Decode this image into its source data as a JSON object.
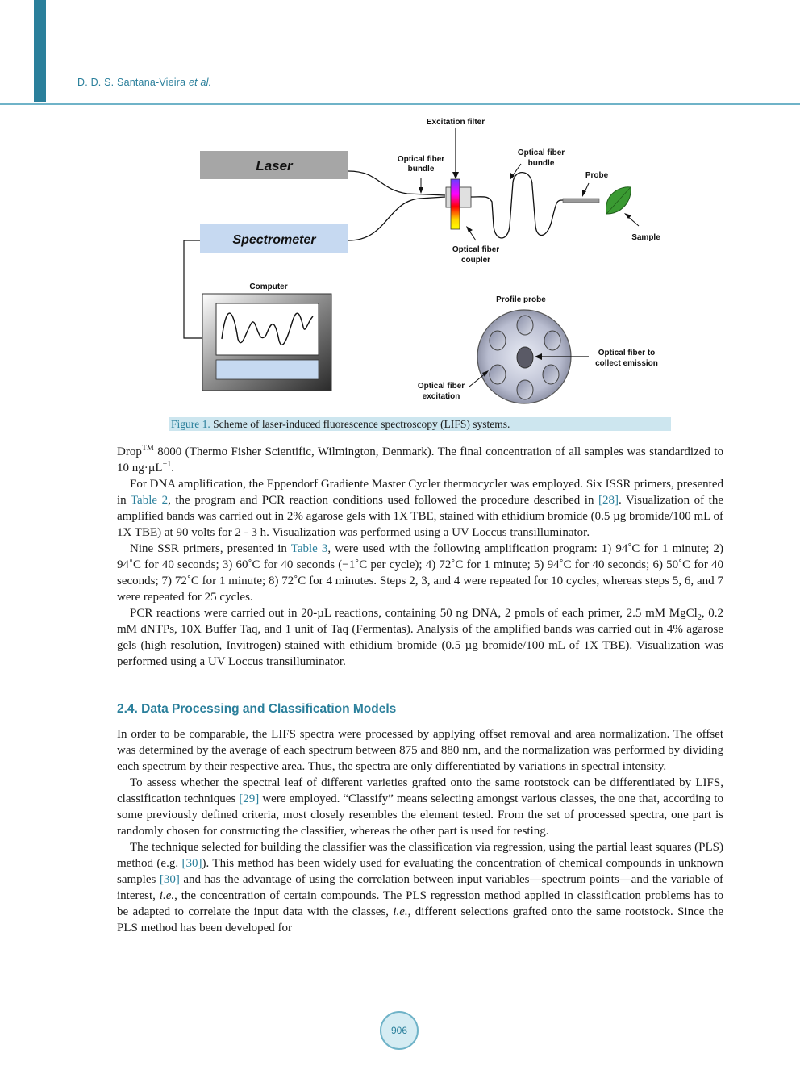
{
  "header": {
    "authors": "D. D. S. Santana-Vieira",
    "et_al": "et al."
  },
  "figure": {
    "labels": {
      "excitation_filter": "Excitation filter",
      "optical_fiber_bundle_left_1": "Optical fiber",
      "optical_fiber_bundle_left_2": "bundle",
      "optical_fiber_bundle_right_1": "Optical fiber",
      "optical_fiber_bundle_right_2": "bundle",
      "probe": "Probe",
      "sample": "Sample",
      "laser": "Laser",
      "spectrometer": "Spectrometer",
      "coupler_1": "Optical fiber",
      "coupler_2": "coupler",
      "computer": "Computer",
      "profile_probe": "Profile probe",
      "collect_1": "Optical fiber to",
      "collect_2": "collect emission",
      "excitation_1": "Optical fiber",
      "excitation_2": "excitation"
    },
    "caption_num": "Figure 1.",
    "caption_text": " Scheme of laser-induced fluorescence spectroscopy (LIFS) systems."
  },
  "text": {
    "p1_a": "Drop",
    "p1_tm": "TM",
    "p1_b": " 8000 (Thermo Fisher Scientific, Wilmington, Denmark). The final concentration of all samples was standardized to 10 ng·µL",
    "p1_sup": "−1",
    "p1_c": ".",
    "p2_a": "For DNA amplification, the Eppendorf Gradiente Master Cycler thermocycler was employed. Six ISSR primers, presented in ",
    "p2_tbl": "Table 2",
    "p2_b": ", the program and PCR reaction conditions used followed the procedure described in ",
    "p2_ref": "[28]",
    "p2_c": ". Visualization of the amplified bands was carried out in 2% agarose gels with 1X TBE, stained with ethidium bromide (0.5 µg bromide/100 mL of 1X TBE) at 90 volts for 2 - 3 h. Visualization was performed using a UV Loccus transilluminator.",
    "p3_a": "Nine SSR primers, presented in ",
    "p3_tbl": "Table 3",
    "p3_b": ", were used with the following amplification program: 1) 94˚C for 1 minute; 2) 94˚C for 40 seconds; 3) 60˚C for 40 seconds (−1˚C per cycle); 4) 72˚C for 1 minute; 5) 94˚C for 40 seconds; 6) 50˚C for 40 seconds; 7) 72˚C for 1 minute; 8) 72˚C for 4 minutes. Steps 2, 3, and 4 were repeated for 10 cycles, whereas steps 5, 6, and 7 were repeated for 25 cycles.",
    "p4_a": "PCR reactions were carried out in 20-µL reactions, containing 50 ng DNA, 2 pmols of each primer, 2.5 mM MgCl",
    "p4_sub": "2",
    "p4_b": ", 0.2 mM dNTPs, 10X Buffer Taq, and 1 unit of Taq (Fermentas). Analysis of the amplified bands was carried out in 4% agarose gels (high resolution, Invitrogen) stained with ethidium bromide (0.5 µg bromide/100 mL of 1X TBE). Visualization was performed using a UV Loccus transilluminator.",
    "section_title": "2.4. Data Processing and Classification Models",
    "s1": "In order to be comparable, the LIFS spectra were processed by applying offset removal and area normalization. The offset was determined by the average of each spectrum between 875 and 880 nm, and the normalization was performed by dividing each spectrum by their respective area. Thus, the spectra are only differentiated by variations in spectral intensity.",
    "s2_a": "To assess whether the spectral leaf of different varieties grafted onto the same rootstock can be differentiated by LIFS, classification techniques ",
    "s2_ref": "[29]",
    "s2_b": " were employed. “Classify” means selecting amongst various classes, the one that, according to some previously defined criteria, most closely resembles the element tested. From the set of processed spectra, one part is randomly chosen for constructing the classifier, whereas the other part is used for testing.",
    "s3_a": "The technique selected for building the classifier was the classification via regression, using the partial least squares (PLS) method (e.g. ",
    "s3_ref1": "[30]",
    "s3_b": "). This method has been widely used for evaluating the concentration of chemical compounds in unknown samples ",
    "s3_ref2": "[30]",
    "s3_c": " and has the advantage of using the correlation between input variables—spectrum points—and the variable of interest, ",
    "s3_ie1": "i.e.",
    "s3_d": ", the concentration of certain compounds. The PLS regression method applied in classification problems has to be adapted to correlate the input data with the classes, ",
    "s3_ie2": "i.e.",
    "s3_e": ", different selections grafted onto the same rootstock. Since the PLS method has been developed for"
  },
  "page_number": "906"
}
